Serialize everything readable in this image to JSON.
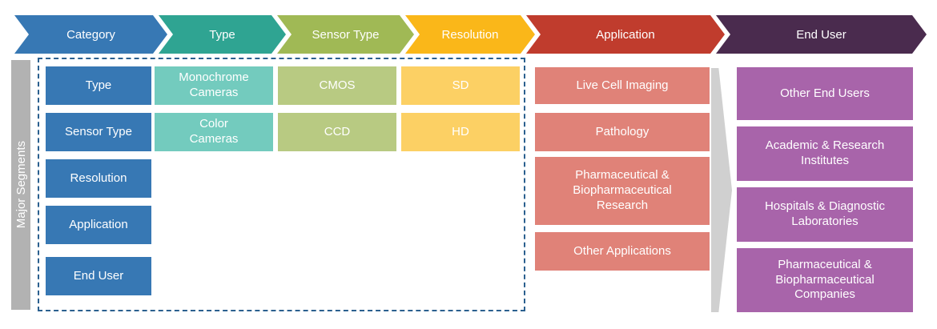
{
  "header": {
    "segments": [
      {
        "label": "Category",
        "color": "#3778b4"
      },
      {
        "label": "Type",
        "color": "#2fa492"
      },
      {
        "label": "Sensor Type",
        "color": "#a0b955"
      },
      {
        "label": "Resolution",
        "color": "#fab719"
      },
      {
        "label": "Application",
        "color": "#c03c2d"
      },
      {
        "label": "End User",
        "color": "#4a2b4e"
      }
    ]
  },
  "sidebar": {
    "label": "Major Segments",
    "color": "#b2b2b2"
  },
  "cols": {
    "category": {
      "color": "#3778b4",
      "items": [
        "Type",
        "Sensor Type",
        "Resolution",
        "Application",
        "End User"
      ]
    },
    "type": {
      "color": "#73cbbe",
      "items": [
        "Monochrome\nCameras",
        "Color\nCameras"
      ]
    },
    "sensor_type": {
      "color": "#b8ca82",
      "items": [
        "CMOS",
        "CCD"
      ]
    },
    "resolution": {
      "color": "#fcd064",
      "items": [
        "SD",
        "HD"
      ]
    },
    "application": {
      "color": "#e08278",
      "items": [
        "Live Cell Imaging",
        "Pathology",
        "Pharmaceutical &\nBiopharmaceutical\nResearch",
        "Other Applications"
      ]
    },
    "end_user": {
      "color": "#a864aa",
      "items": [
        "Other End Users",
        "Academic & Research\nInstitutes",
        "Hospitals & Diagnostic\nLaboratories",
        "Pharmaceutical &\nBiopharmaceutical\nCompanies"
      ]
    }
  },
  "decor": {
    "outline_color": "#2b608f",
    "flow_arrow_color": "#d0d0d0"
  }
}
